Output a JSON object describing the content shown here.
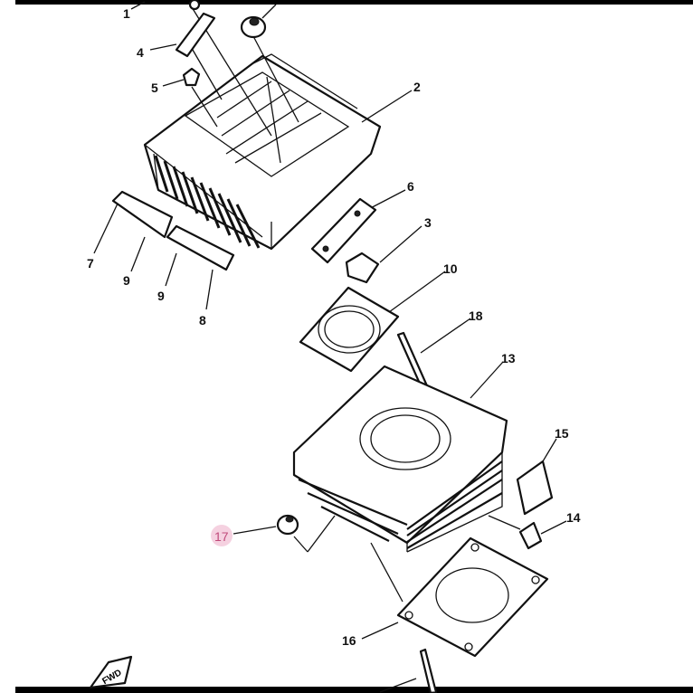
{
  "labels": {
    "l1": "1",
    "l2": "2",
    "l3": "3",
    "l4": "4",
    "l5": "5",
    "l6": "6",
    "l7": "7",
    "l8": "8",
    "l9a": "9",
    "l9b": "9",
    "l10": "10",
    "l13": "13",
    "l14": "14",
    "l15": "15",
    "l16": "16",
    "l17": "17",
    "l18": "18"
  },
  "fwd_marker": "FWD",
  "colors": {
    "highlight": "#f2c6d8",
    "ink": "#111111"
  }
}
